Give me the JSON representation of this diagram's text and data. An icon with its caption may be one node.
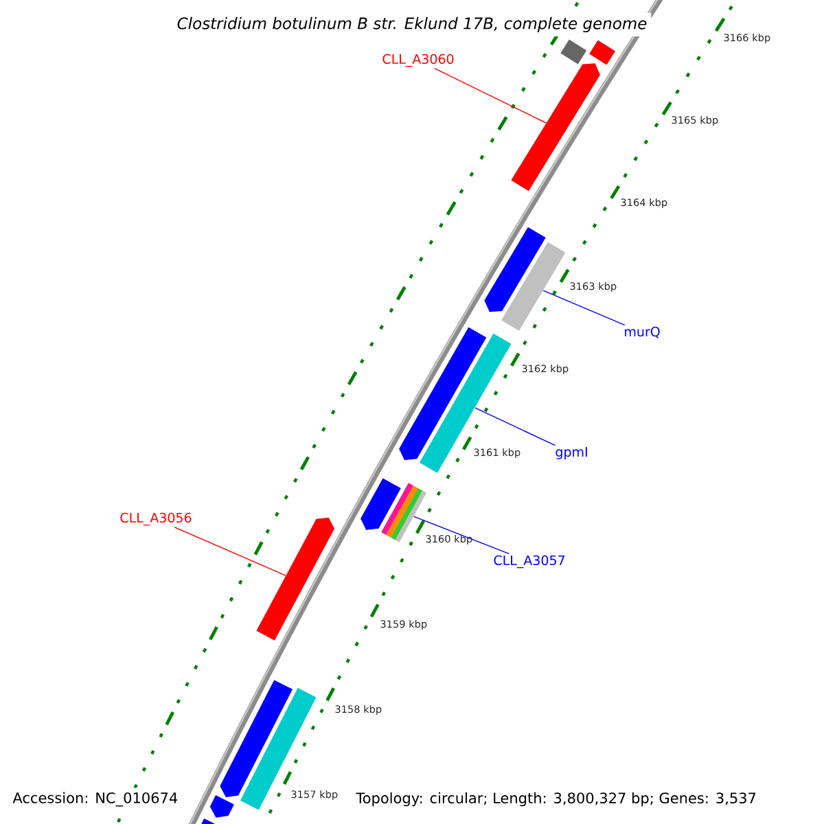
{
  "diagram": {
    "title": "*Clostridium botulinum* B str. Eklund 17B, complete genome",
    "nodes": [
      {
        "text": [],
        "shape": "bar"
      },
      {
        "text": [],
        "shape": "bar"
      },
      {
        "text": [
          "CLL_A3060"
        ]
      },
      {
        "text": [],
        "shape": "bar"
      },
      {
        "text": [],
        "shape": "bar"
      },
      {
        "text": [],
        "shape": "bar"
      },
      {
        "text": [
          "murQ"
        ]
      },
      {
        "text": [],
        "shape": "bar"
      },
      {
        "text": [],
        "shape": "bar"
      },
      {
        "text": [
          "gpmI"
        ]
      },
      {
        "text": [],
        "shape": "bar"
      },
      {
        "text": [],
        "shape": "bar"
      },
      {
        "text": [
          "CLL_A3056"
        ]
      },
      {
        "text": [],
        "shape": "bar"
      },
      {
        "text": [
          "CLL_A3057"
        ]
      },
      {
        "text": [],
        "shape": "bar"
      },
      {
        "text": [],
        "shape": "bar"
      },
      {
        "text": [],
        "shape": "bar"
      },
      {
        "text": [],
        "shape": "bar"
      }
    ],
    "edges": [
      {
        "from": 2,
        "to": 3,
        "arrow": "none",
        "color": "#ff0000"
      },
      {
        "from": 6,
        "to": 5,
        "arrow": "none"
      },
      {
        "from": 9,
        "to": 8,
        "arrow": "none"
      },
      {
        "from": 12,
        "to": 13,
        "arrow": "none",
        "color": "#ff0000"
      },
      {
        "from": 14,
        "to": 11,
        "arrow": "none"
      }
    ],
    "labels": [
      "3166 kbp",
      "3165 kbp",
      "3164 kbp",
      "3163 kbp",
      "3162 kbp",
      "3161 kbp",
      "3160 kbp",
      "3159 kbp",
      "3158 kbp",
      "3157 kbp",
      "Accession: NC_010674",
      "Topology: circular; Length: 3,800,327 bp; Genes: 3,537"
    ]
  }
}
